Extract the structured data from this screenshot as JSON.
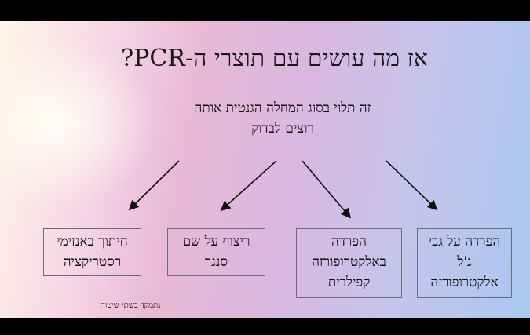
{
  "slide": {
    "title": "אז מה עושים עם תוצרי ה-PCR?",
    "subtitle_line1": "זה תלוי בסוג המחלה הגנטית אותה",
    "subtitle_line2": "רוצים לבדוק",
    "boxes": [
      {
        "line1": "הפרדה על גבי",
        "line2": "ג'ל",
        "line3": "אלקטרופורזה"
      },
      {
        "line1": "הפרדה",
        "line2": "באלקטרופורזה",
        "line3": "קפילרית"
      },
      {
        "line1": "ריצוף על שם",
        "line2": "סנגר"
      },
      {
        "line1": "חיתוך באנזימי",
        "line2": "רסטריקציה"
      }
    ],
    "footnote": "נתמקד בשתי שיטות"
  }
}
